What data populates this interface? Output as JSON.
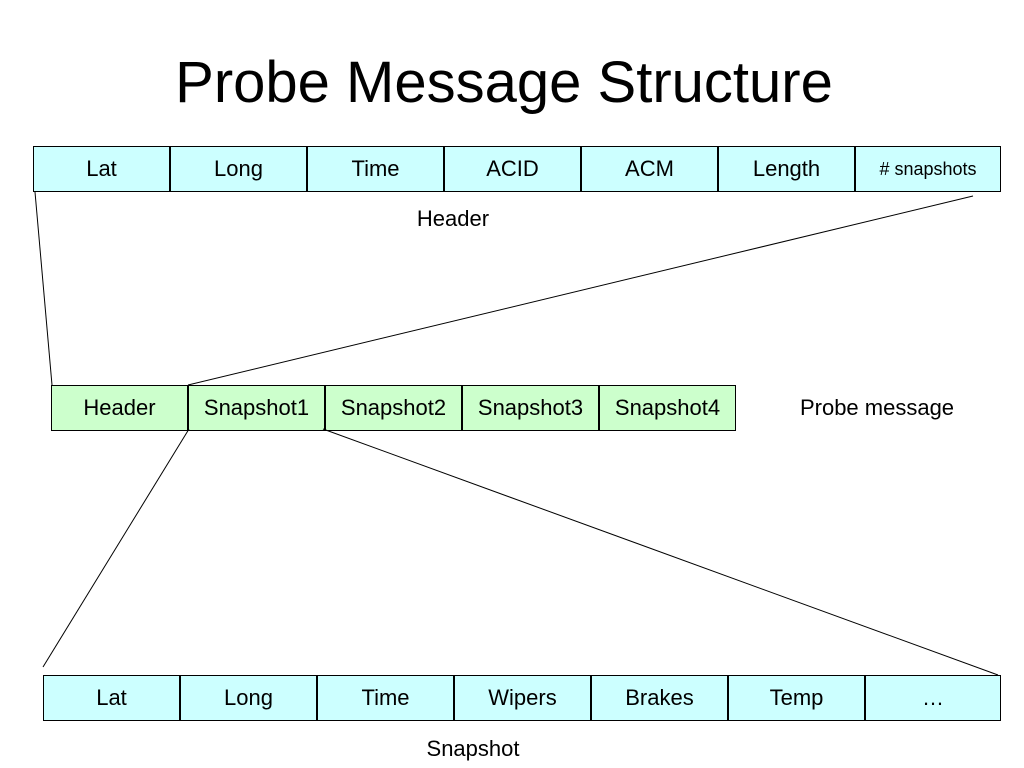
{
  "title": "Probe Message Structure",
  "header_fields": [
    "Lat",
    "Long",
    "Time",
    "ACID",
    "ACM",
    "Length",
    "# snapshots"
  ],
  "header_caption": "Header",
  "probe_fields": [
    "Header",
    "Snapshot1",
    "Snapshot2",
    "Snapshot3",
    "Snapshot4"
  ],
  "probe_caption": "Probe message",
  "snapshot_fields": [
    "Lat",
    "Long",
    "Time",
    "Wipers",
    "Brakes",
    "Temp",
    "…"
  ],
  "snapshot_caption": "Snapshot",
  "colors": {
    "header_fill": "#ccffff",
    "probe_fill": "#ccffcc",
    "snapshot_fill": "#ccffff"
  }
}
